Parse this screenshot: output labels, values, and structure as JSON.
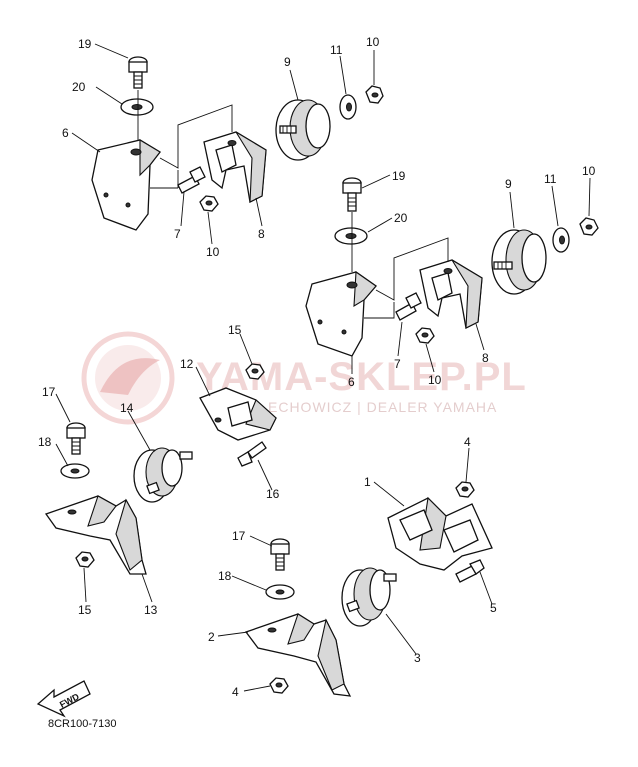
{
  "diagram": {
    "reference_code": "8CR100-7130",
    "fwd_label": "FWD",
    "watermark": {
      "main": "YAMA-SKLEP.PL",
      "sub": "ECHOWICZ | DEALER YAMAHA"
    },
    "callouts": [
      {
        "id": "c19a",
        "text": "19"
      },
      {
        "id": "c20a",
        "text": "20"
      },
      {
        "id": "c6a",
        "text": "6"
      },
      {
        "id": "c9a",
        "text": "9"
      },
      {
        "id": "c11a",
        "text": "11"
      },
      {
        "id": "c10a",
        "text": "10"
      },
      {
        "id": "c7a",
        "text": "7"
      },
      {
        "id": "c10b",
        "text": "10"
      },
      {
        "id": "c8a",
        "text": "8"
      },
      {
        "id": "c19b",
        "text": "19"
      },
      {
        "id": "c20b",
        "text": "20"
      },
      {
        "id": "c9b",
        "text": "9"
      },
      {
        "id": "c11b",
        "text": "11"
      },
      {
        "id": "c10c",
        "text": "10"
      },
      {
        "id": "c7b",
        "text": "7"
      },
      {
        "id": "c10d",
        "text": "10"
      },
      {
        "id": "c8b",
        "text": "8"
      },
      {
        "id": "c6b",
        "text": "6"
      },
      {
        "id": "c15a",
        "text": "15"
      },
      {
        "id": "c12",
        "text": "12"
      },
      {
        "id": "c17a",
        "text": "17"
      },
      {
        "id": "c14",
        "text": "14"
      },
      {
        "id": "c18a",
        "text": "18"
      },
      {
        "id": "c16",
        "text": "16"
      },
      {
        "id": "c4a",
        "text": "4"
      },
      {
        "id": "c1",
        "text": "1"
      },
      {
        "id": "c15b",
        "text": "15"
      },
      {
        "id": "c13",
        "text": "13"
      },
      {
        "id": "c17b",
        "text": "17"
      },
      {
        "id": "c5",
        "text": "5"
      },
      {
        "id": "c18b",
        "text": "18"
      },
      {
        "id": "c2",
        "text": "2"
      },
      {
        "id": "c3",
        "text": "3"
      },
      {
        "id": "c4b",
        "text": "4"
      }
    ]
  }
}
